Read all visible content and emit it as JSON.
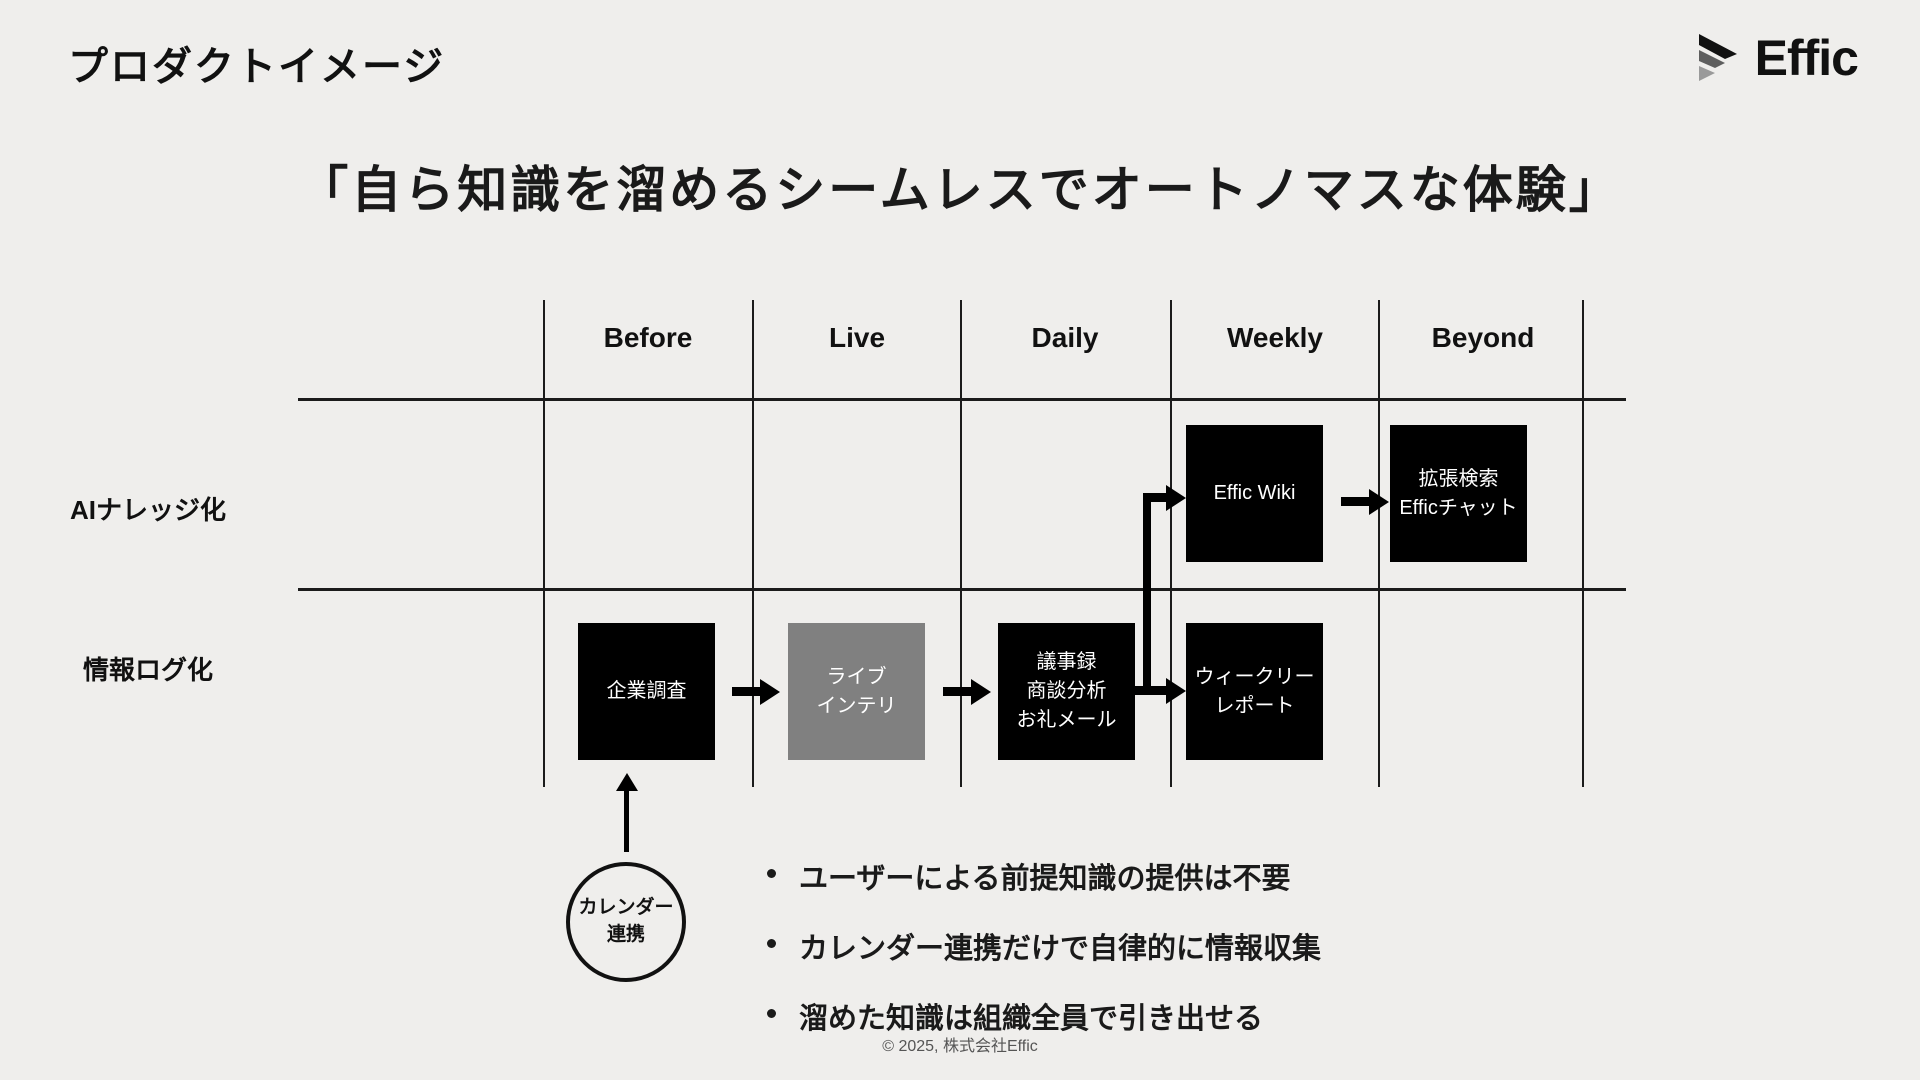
{
  "header": {
    "page_title": "プロダクトイメージ",
    "brand": {
      "wordmark": "Effic",
      "mark_icon": "effic-arrow-mark-icon",
      "mark_colors": [
        "#111111",
        "#5e5e5e",
        "#9a9a9a"
      ]
    }
  },
  "headline": "「自ら知識を溜めるシームレスでオートノマスな体験」",
  "matrix": {
    "columns": [
      "Before",
      "Live",
      "Daily",
      "Weekly",
      "Beyond"
    ],
    "rows": [
      {
        "label": "AIナレッジ化"
      },
      {
        "label": "情報ログ化"
      }
    ],
    "nodes": [
      {
        "id": "effic-wiki",
        "row": "AIナレッジ化",
        "column": "Weekly",
        "lines": [
          "Effic Wiki"
        ],
        "style": "black"
      },
      {
        "id": "expanded-search",
        "row": "AIナレッジ化",
        "column": "Beyond",
        "lines": [
          "拡張検索",
          "Efficチャット"
        ],
        "style": "black"
      },
      {
        "id": "company-research",
        "row": "情報ログ化",
        "column": "Before",
        "lines": [
          "企業調査"
        ],
        "style": "black"
      },
      {
        "id": "live-intel",
        "row": "情報ログ化",
        "column": "Live",
        "lines": [
          "ライブ",
          "インテリ"
        ],
        "style": "gray"
      },
      {
        "id": "daily-outputs",
        "row": "情報ログ化",
        "column": "Daily",
        "lines": [
          "議事録",
          "商談分析",
          "お礼メール"
        ],
        "style": "black"
      },
      {
        "id": "weekly-report",
        "row": "情報ログ化",
        "column": "Weekly",
        "lines": [
          "ウィークリー",
          "レポート"
        ],
        "style": "black"
      }
    ]
  },
  "calendar_node": {
    "lines": [
      "カレンダー",
      "連携"
    ]
  },
  "bullets": [
    "ユーザーによる前提知識の提供は不要",
    "カレンダー連携だけで自律的に情報収集",
    "溜めた知識は組織全員で引き出せる"
  ],
  "footer": "© 2025, 株式会社Effic",
  "colors": {
    "background": "#efeeec",
    "ink": "#111111",
    "node_black": "#000000",
    "node_gray": "#808080"
  }
}
